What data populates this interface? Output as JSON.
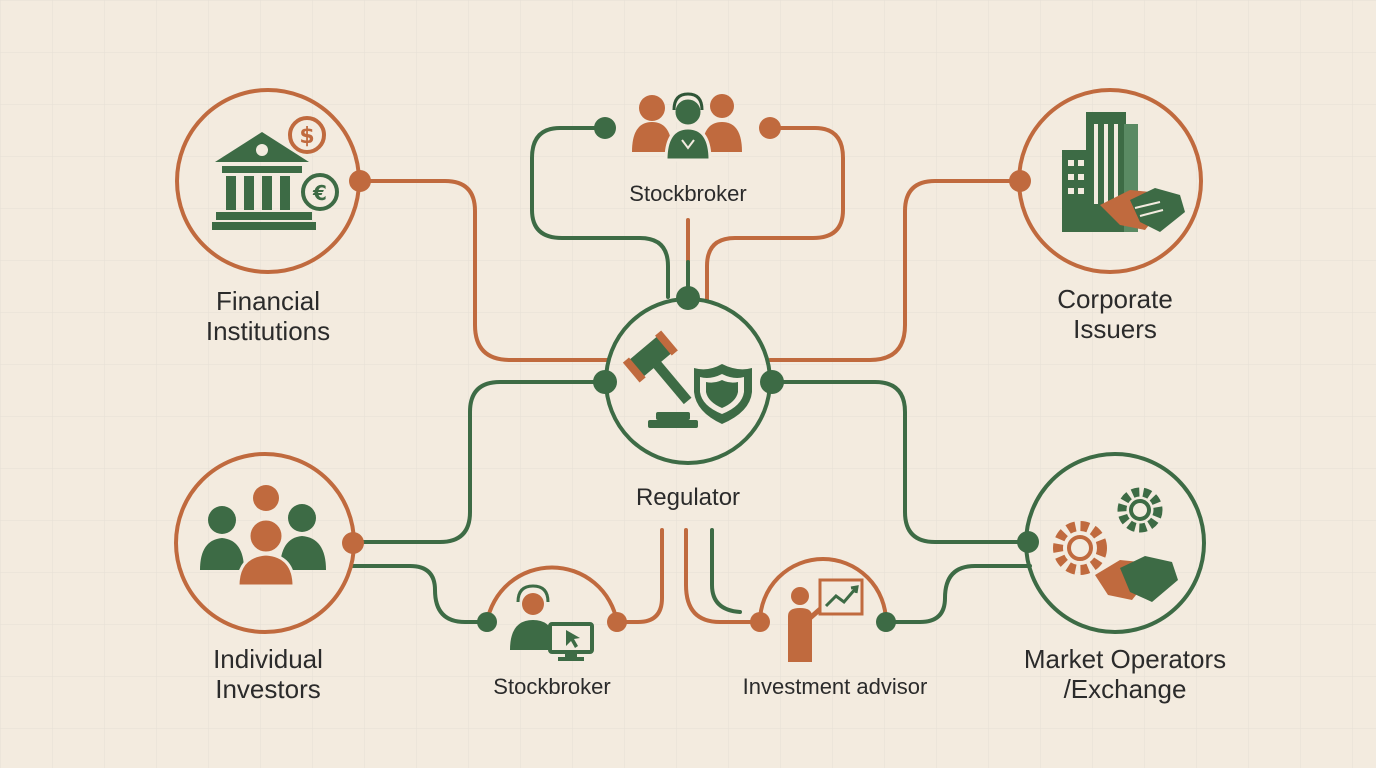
{
  "colors": {
    "background": "#f3ebdf",
    "grid": "#dcd6cf",
    "green": "#3d6b45",
    "orange": "#c06a3e",
    "text": "#2b2b2b"
  },
  "nodes": {
    "regulator": {
      "label": "Regulator",
      "icon": "gavel-shield-icon"
    },
    "stockbroker_top": {
      "label": "Stockbroker",
      "icon": "broker-people-icon"
    },
    "financial_institutions": {
      "label_line1": "Financial",
      "label_line2": "Institutions",
      "icon": "bank-currency-icon"
    },
    "corporate_issuers": {
      "label_line1": "Corporate",
      "label_line2": "Issuers",
      "icon": "building-handshake-icon"
    },
    "individual_investors": {
      "label_line1": "Individual",
      "label_line2": "Investors",
      "icon": "people-group-icon"
    },
    "market_operators": {
      "label_line1": "Market Operators",
      "label_line2": "/Exchange",
      "icon": "gears-handshake-icon"
    },
    "stockbroker_bottom": {
      "label": "Stockbroker",
      "icon": "headset-monitor-icon"
    },
    "investment_advisor": {
      "label": "Investment advisor",
      "icon": "presenter-chart-icon"
    }
  }
}
